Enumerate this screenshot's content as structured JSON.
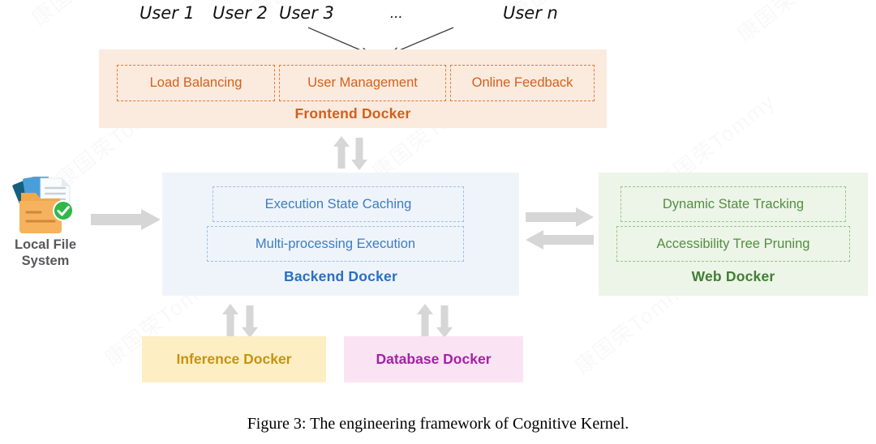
{
  "figure": {
    "caption": "Figure 3: The engineering framework of Cognitive Kernel."
  },
  "users": {
    "labels": [
      "User 1",
      "User 2",
      "User 3",
      "User n"
    ],
    "ellipsis": "..."
  },
  "frontend": {
    "title": "Frontend Docker",
    "color": "#d2601a",
    "background": "#fbeade",
    "chips": [
      "Load Balancing",
      "User Management",
      "Online Feedback"
    ]
  },
  "backend": {
    "title": "Backend Docker",
    "color": "#2a6fc0",
    "background": "#eff4fa",
    "chips": [
      "Execution State Caching",
      "Multi-processing Execution"
    ]
  },
  "web": {
    "title": "Web Docker",
    "color": "#3f7f33",
    "background": "#edf4e8",
    "chips": [
      "Dynamic State Tracking",
      "Accessibility Tree Pruning"
    ]
  },
  "inference": {
    "title": "Inference Docker",
    "color": "#c69411",
    "background": "#fdeec3"
  },
  "database": {
    "title": "Database Docker",
    "color": "#a71fa7",
    "background": "#fae4f4"
  },
  "local_file_system": {
    "label_line1": "Local File",
    "label_line2": "System",
    "icon": "folder-documents-check-icon"
  },
  "connectors": {
    "arrow_color": "#d6d6d6",
    "user_arrow_color": "#3a3a3a",
    "frontend_backend": "bidirectional-vertical",
    "backend_web": "bidirectional-horizontal",
    "backend_inference": "bidirectional-vertical",
    "backend_database": "bidirectional-vertical",
    "filesystem_backend": "unidirectional-right"
  },
  "watermarks": [
    "康国荣Tommy",
    "康国荣Tommy",
    "康国荣Tommy",
    "康国荣Tommy",
    "康国荣Tommy",
    "康国荣Tommy",
    "康国荣Tommy",
    "康国荣Tommy",
    "康国荣Tommy"
  ]
}
